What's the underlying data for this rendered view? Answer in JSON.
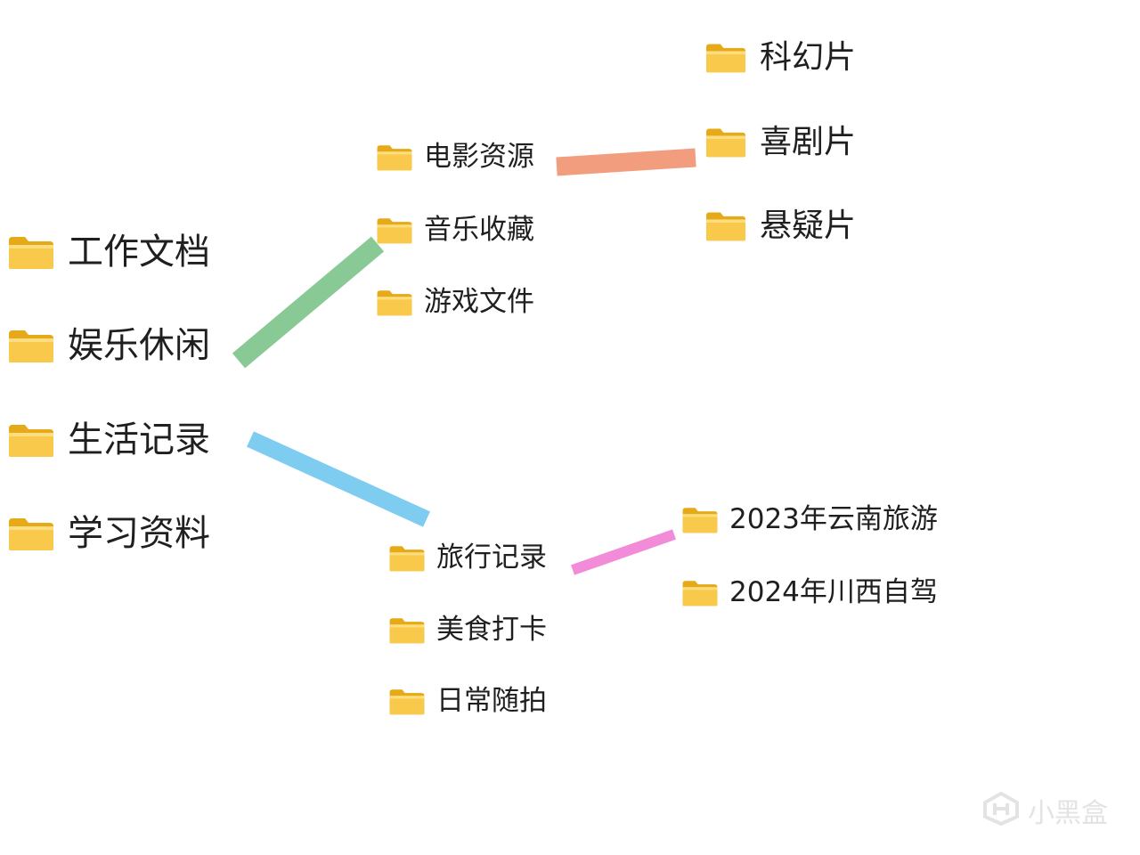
{
  "colors": {
    "folder_body": "#F8C94A",
    "folder_tab": "#E6A917",
    "connector_green": "#88C995",
    "connector_orange": "#F29D7E",
    "connector_blue": "#7ECDF0",
    "connector_pink": "#F28BD8",
    "watermark": "#E3E3E3"
  },
  "root_folders": [
    "工作文档",
    "娱乐休闲",
    "生活记录",
    "学习资料"
  ],
  "entertainment_folders": [
    "电影资源",
    "音乐收藏",
    "游戏文件"
  ],
  "movie_folders": [
    "科幻片",
    "喜剧片",
    "悬疑片"
  ],
  "life_folders": [
    "旅行记录",
    "美食打卡",
    "日常随拍"
  ],
  "travel_folders": [
    "2023年云南旅游",
    "2024年川西自驾"
  ],
  "connectors": [
    {
      "from": "娱乐休闲",
      "to": "音乐收藏",
      "color": "green"
    },
    {
      "from": "电影资源",
      "to": "喜剧片",
      "color": "orange"
    },
    {
      "from": "生活记录",
      "to": "旅行记录",
      "color": "blue"
    },
    {
      "from": "旅行记录",
      "to": "2023年云南旅游",
      "color": "pink"
    }
  ],
  "watermark": {
    "icon": "xiaoheihe-logo-icon",
    "text": "小黑盒"
  }
}
